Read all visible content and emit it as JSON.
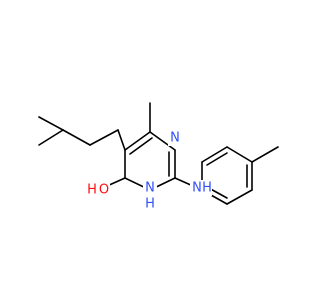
{
  "colors": {
    "background": "#ffffff",
    "bond": "#000000",
    "nitrogen": "#3050f8",
    "oxygen": "#ff0d0d"
  },
  "labels": {
    "ring_nitrogen_top": "N",
    "ring_nitrogen_nh": "N",
    "ring_nitrogen_nh_h": "H",
    "amine_nitrogen": "N",
    "amine_nitrogen_h": "H",
    "carbonyl_oxygen": "O",
    "carbonyl_oxygen_h": "H"
  }
}
